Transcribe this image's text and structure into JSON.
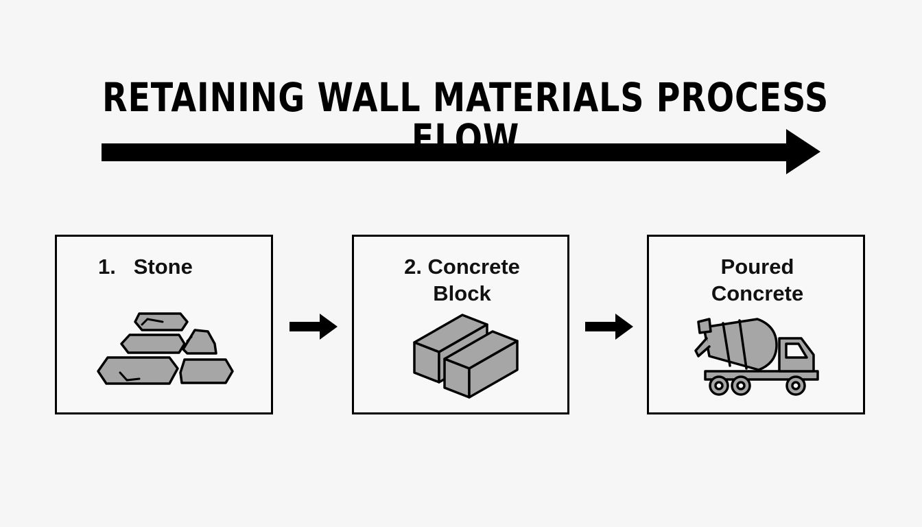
{
  "title": "RETAINING WALL MATERIALS PROCESS FLOW",
  "steps": [
    {
      "label": "1.   Stone",
      "icon": "stone-pile-icon"
    },
    {
      "label_line1": "2. Concrete",
      "label_line2": "Block",
      "icon": "concrete-block-icon"
    },
    {
      "label_line1": "Poured",
      "label_line2": "Concrete",
      "icon": "concrete-mixer-truck-icon"
    }
  ],
  "colors": {
    "background": "#f6f6f6",
    "stroke": "#000000",
    "fill_gray": "#a6a6a6"
  }
}
